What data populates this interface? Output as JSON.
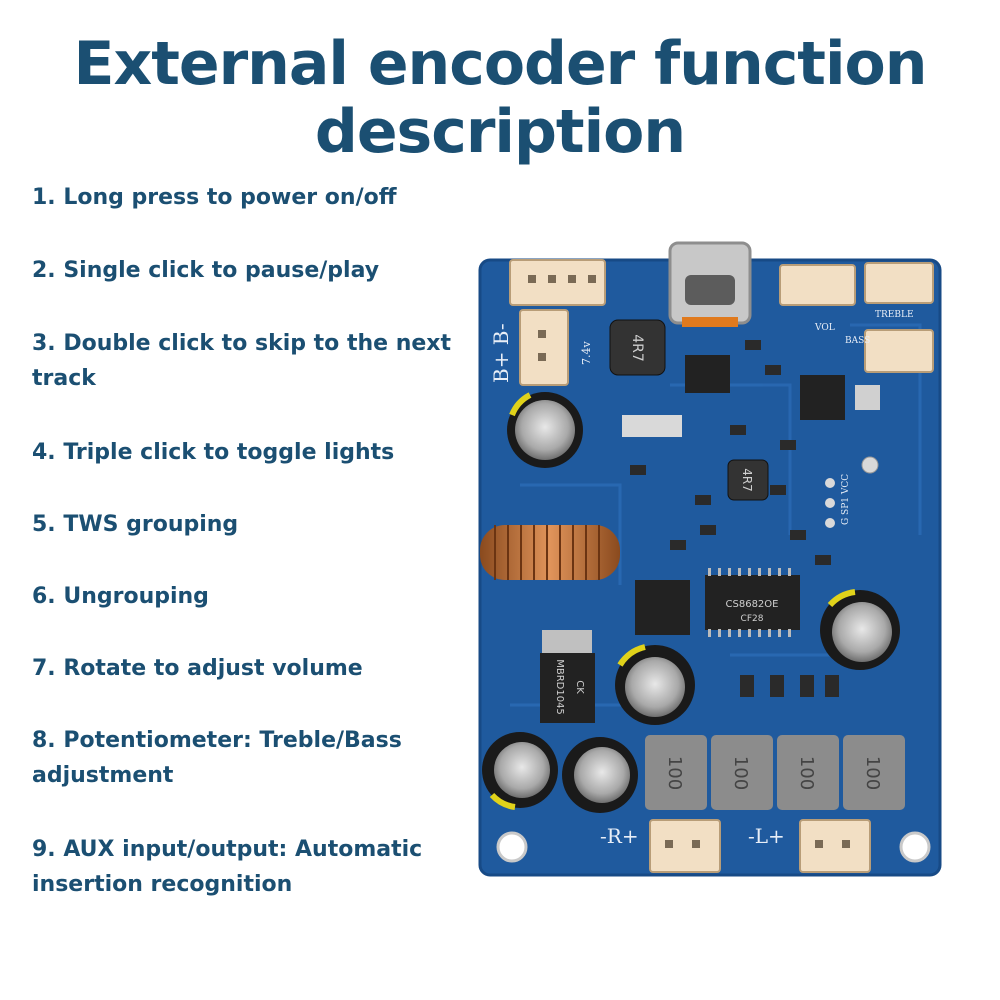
{
  "title": {
    "line1": "External encoder function",
    "line2": "description"
  },
  "features": [
    {
      "lines": [
        "1. Long press to power on/off"
      ]
    },
    {
      "lines": [
        "2. Single click to pause/play"
      ]
    },
    {
      "lines": [
        "3. Double click to skip to the next",
        "track"
      ]
    },
    {
      "lines": [
        "4. Triple click to toggle lights"
      ]
    },
    {
      "lines": [
        "5. TWS grouping"
      ]
    },
    {
      "lines": [
        "6. Ungrouping"
      ]
    },
    {
      "lines": [
        "7. Rotate to adjust volume"
      ]
    },
    {
      "lines": [
        "8. Potentiometer: Treble/Bass",
        "adjustment"
      ]
    },
    {
      "lines": [
        "9. AUX input/output: Automatic",
        "insertion recognition"
      ]
    }
  ],
  "board": {
    "silkscreen": {
      "battery": "B+ B-",
      "voltage": "7.4v",
      "vol": "VOL",
      "treble": "TREBLE",
      "bass": "BASS",
      "pins": "G SP1 VCC",
      "right_out": "-R+",
      "left_out": "-L+"
    },
    "chips": {
      "inductor_small_1": "4R7",
      "inductor_small_2": "4R7",
      "amp_ic": "CS8682OE",
      "amp_ic_sub": "CF28",
      "diode": "MBRD1045",
      "diode_sub": "CK",
      "inductor_big": "100"
    },
    "colors": {
      "pcb": "#1f5a9e",
      "connector": "#f2dfc4",
      "text": "#1b4f72"
    }
  }
}
